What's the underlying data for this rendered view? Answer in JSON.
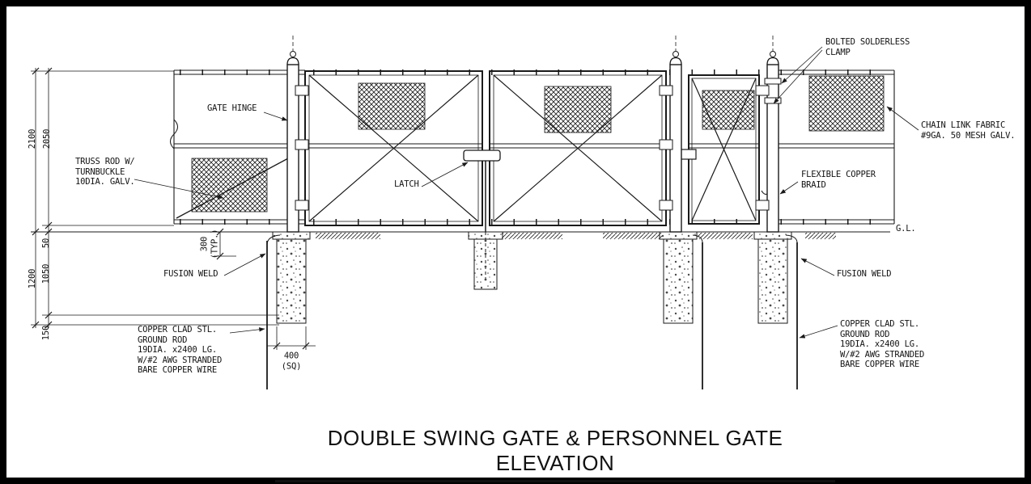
{
  "title": "DOUBLE SWING GATE & PERSONNEL GATE ELEVATION",
  "callouts": {
    "bolted_solderless_clamp": "BOLTED SOLDERLESS\nCLAMP",
    "gate_hinge": "GATE HINGE",
    "chain_link_fabric": "CHAIN LINK FABRIC\n#9GA. 50 MESH GALV.",
    "truss_rod": "TRUSS ROD W/\nTURNBUCKLE\n10DIA. GALV.",
    "latch": "LATCH",
    "flexible_copper_braid": "FLEXIBLE COPPER\nBRAID",
    "ground_level": "G.L.",
    "fusion_weld_left": "FUSION WELD",
    "fusion_weld_right": "FUSION WELD",
    "ground_rod_left": "COPPER CLAD STL.\nGROUND ROD\n19DIA. x2400 LG.\nW/#2 AWG STRANDED\nBARE COPPER WIRE",
    "ground_rod_right": "COPPER CLAD STL.\nGROUND ROD\n19DIA. x2400 LG.\nW/#2 AWG STRANDED\nBARE COPPER WIRE"
  },
  "dimensions": {
    "overall_height": "2100",
    "fabric_height": "2050",
    "bottom_gap": "50",
    "embed_depth": "1050",
    "below_grade": "1200",
    "rod_extension": "150",
    "weld_depth": "300\n(TYP.)",
    "footing_size": "400\n(SQ)"
  },
  "colors": {
    "line": "#1a1a1a",
    "paper": "#ffffff",
    "frame": "#000000"
  }
}
